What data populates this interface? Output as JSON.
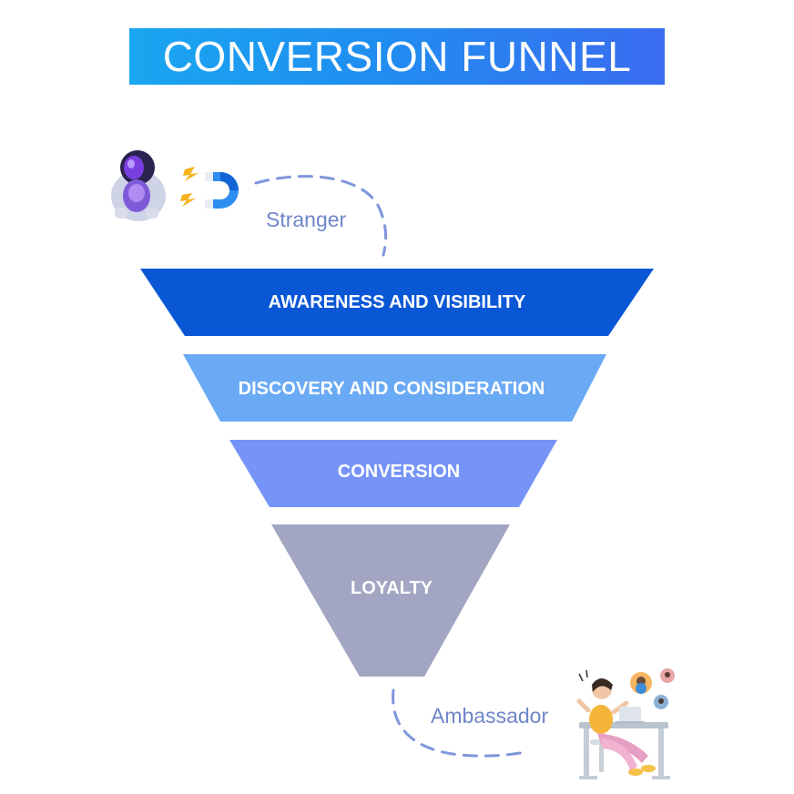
{
  "title": "CONVERSION FUNNEL",
  "colors": {
    "title_gradient_start": "#1aa6f0",
    "title_gradient_end": "#3a6cf0",
    "dashed_path": "#7e96dc",
    "journey_text": "#6f86c9"
  },
  "funnel": {
    "stages": [
      {
        "label": "AWARENESS AND VISIBILITY",
        "color": "#0a57d6"
      },
      {
        "label": "DISCOVERY AND CONSIDERATION",
        "color": "#6aaaf5"
      },
      {
        "label": "CONVERSION",
        "color": "#7694f8"
      },
      {
        "label": "LOYALTY",
        "color": "#a2a6c2"
      }
    ]
  },
  "journey": {
    "start_label": "Stranger",
    "end_label": "Ambassador"
  },
  "illustrations": {
    "start": [
      "astronaut-figure",
      "magnet-icon",
      "lightning-icon"
    ],
    "end": [
      "person-at-desk-figure",
      "laptop-icon",
      "avatar-bubbles"
    ]
  }
}
